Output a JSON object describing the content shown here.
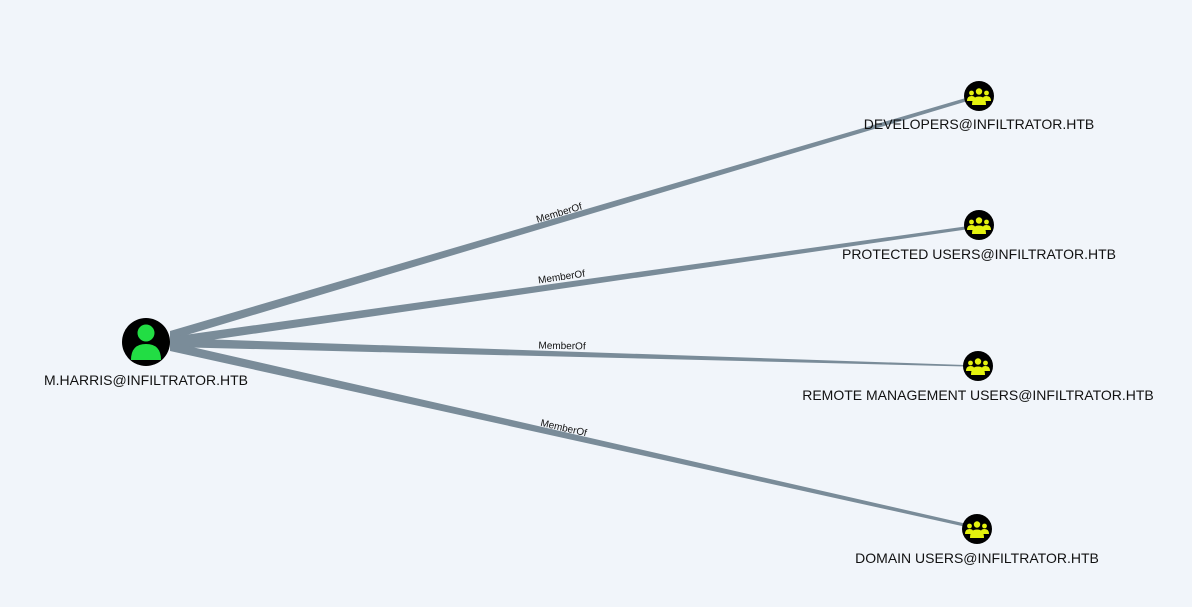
{
  "colors": {
    "background": "#f1f5fa",
    "edge": "#7a8c99",
    "node_circle": "#000000",
    "user_icon": "#22dd44",
    "group_icon": "#e4f20e"
  },
  "graph": {
    "source": {
      "label": "M.HARRIS@INFILTRATOR.HTB",
      "icon": "user-icon"
    },
    "targets": [
      {
        "label": "DEVELOPERS@INFILTRATOR.HTB",
        "icon": "group-icon"
      },
      {
        "label": "PROTECTED USERS@INFILTRATOR.HTB",
        "icon": "group-icon"
      },
      {
        "label": "REMOTE MANAGEMENT USERS@INFILTRATOR.HTB",
        "icon": "group-icon"
      },
      {
        "label": "DOMAIN USERS@INFILTRATOR.HTB",
        "icon": "group-icon"
      }
    ],
    "edges": [
      {
        "label": "MemberOf"
      },
      {
        "label": "MemberOf"
      },
      {
        "label": "MemberOf"
      },
      {
        "label": "MemberOf"
      }
    ]
  }
}
